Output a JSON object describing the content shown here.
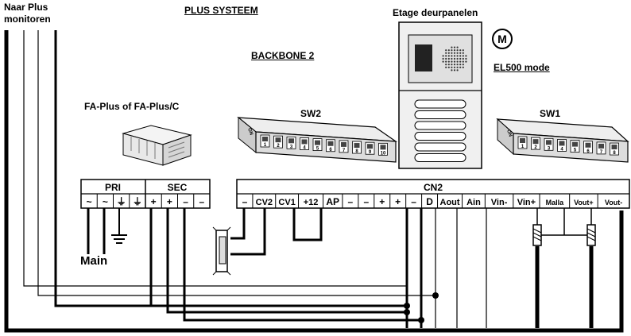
{
  "labels": {
    "naar_plus_line1": "Naar Plus",
    "naar_plus_line2": "monitoren",
    "plus_systeem": "PLUS SYSTEEM",
    "backbone": "BACKBONE 2",
    "etage": "Etage deurpanelen",
    "el500": "EL500 mode",
    "m_symbol": "M",
    "fa_plus": "FA-Plus of FA-Plus/C",
    "sw2": "SW2",
    "sw1": "SW1",
    "main": "Main"
  },
  "pri_sec": {
    "pri_header": "PRI",
    "sec_header": "SEC",
    "terminals": [
      "~",
      "~",
      "⏚",
      "⏚",
      "+",
      "+",
      "–",
      "–"
    ]
  },
  "cn2": {
    "header": "CN2",
    "terminals": [
      "–",
      "CV2",
      "CV1",
      "+12",
      "AP",
      "–",
      "–",
      "+",
      "+",
      "–",
      "D",
      "Aout",
      "Ain",
      "Vin-",
      "Vin+",
      "Malla",
      "Vout+",
      "Vout-"
    ]
  },
  "dip": {
    "sw2_numbers": [
      "1",
      "2",
      "3",
      "4",
      "5",
      "6",
      "7",
      "8",
      "9",
      "10"
    ],
    "sw1_numbers": [
      "1",
      "2",
      "3",
      "4",
      "5",
      "6",
      "7",
      "8"
    ],
    "on_label": "ON"
  }
}
